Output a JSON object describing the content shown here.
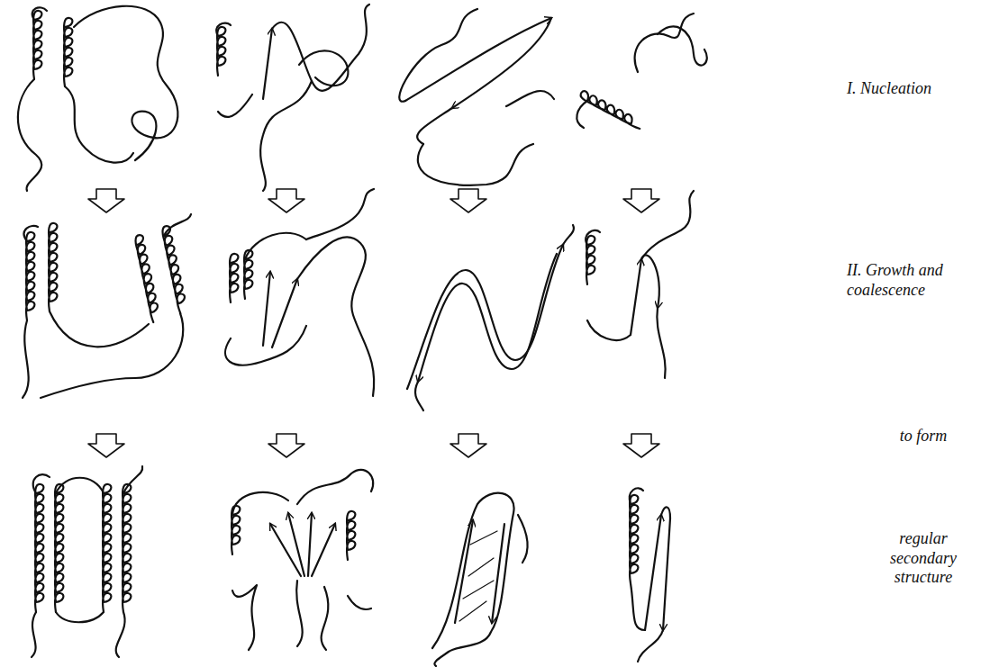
{
  "diagram": {
    "labels": [
      "I. Nucleation",
      "II. Growth and coalescence",
      "to form",
      "regular secondary structure"
    ]
  }
}
